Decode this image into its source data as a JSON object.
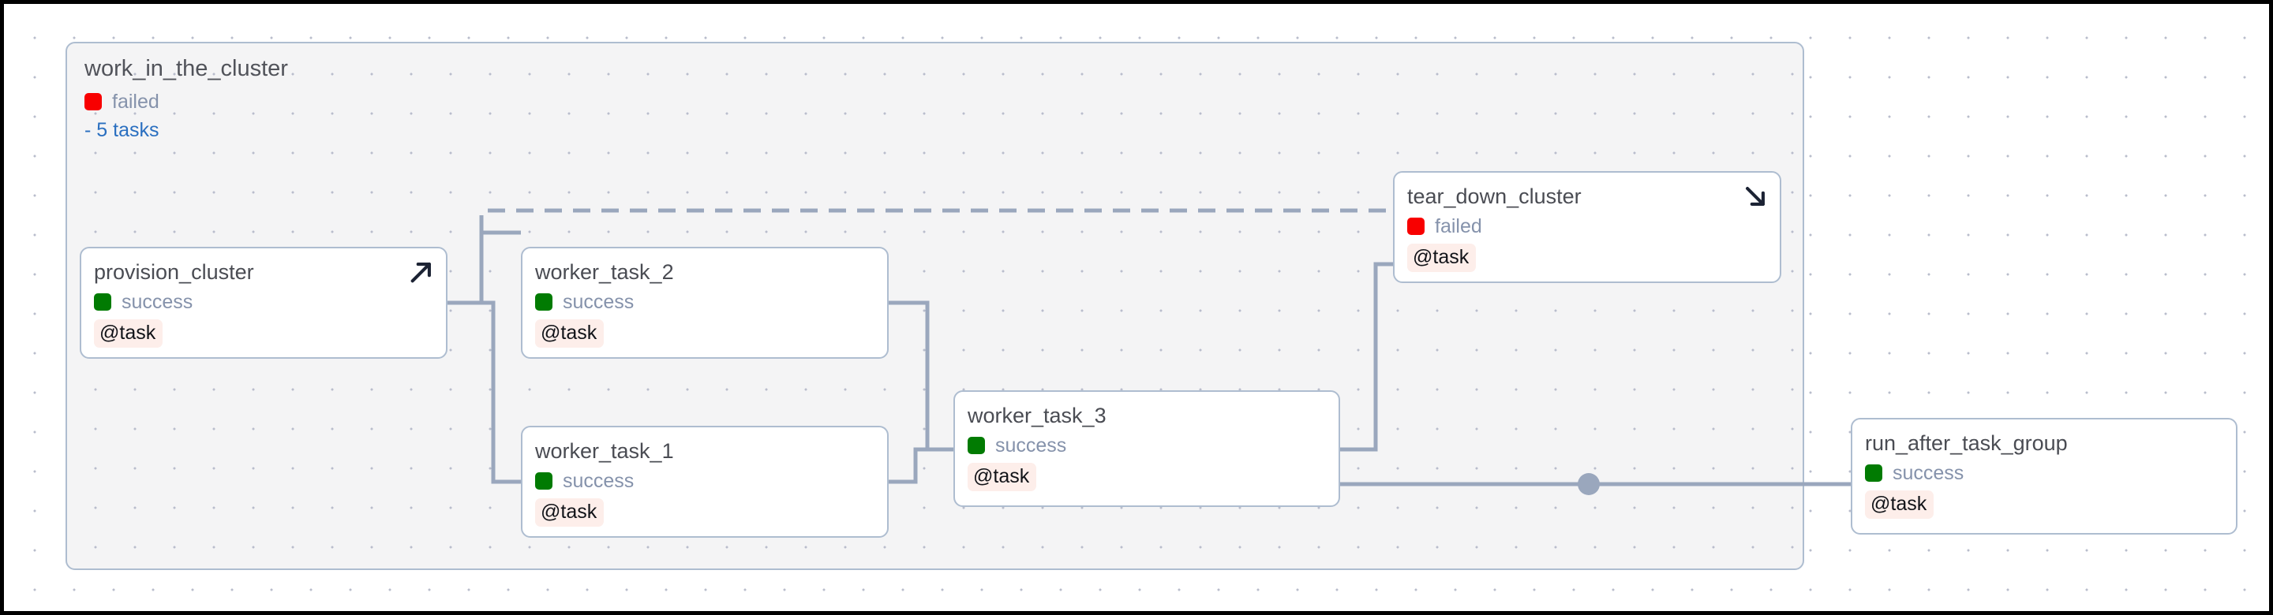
{
  "canvas": {
    "title": "airflow-dag-graph",
    "grid": "dot-grid",
    "background_color": "#ffffff",
    "border_color": "#000000"
  },
  "task_group": {
    "name": "work_in_the_cluster",
    "status": "failed",
    "status_color": "#f80000",
    "tasks_link": "- 5 tasks",
    "tasks_count": 5,
    "link_color": "#2a6fc0",
    "fill_color": "#f4f4f5",
    "border_color": "#aebdd0"
  },
  "nodes": [
    {
      "id": "provision_cluster",
      "name": "provision_cluster",
      "status": "success",
      "status_color": "#017b02",
      "badge": "@task",
      "corner_icon": "arrow-up-right-icon"
    },
    {
      "id": "worker_task_2",
      "name": "worker_task_2",
      "status": "success",
      "status_color": "#017b02",
      "badge": "@task",
      "corner_icon": null
    },
    {
      "id": "worker_task_1",
      "name": "worker_task_1",
      "status": "success",
      "status_color": "#017b02",
      "badge": "@task",
      "corner_icon": null
    },
    {
      "id": "worker_task_3",
      "name": "worker_task_3",
      "status": "success",
      "status_color": "#017b02",
      "badge": "@task",
      "corner_icon": null
    },
    {
      "id": "tear_down_cluster",
      "name": "tear_down_cluster",
      "status": "failed",
      "status_color": "#f80000",
      "badge": "@task",
      "corner_icon": "arrow-down-right-icon"
    },
    {
      "id": "run_after_task_group",
      "name": "run_after_task_group",
      "status": "success",
      "status_color": "#017b02",
      "badge": "@task",
      "corner_icon": null
    }
  ],
  "edges": [
    {
      "from": "provision_cluster",
      "to": "worker_task_2",
      "style": "solid"
    },
    {
      "from": "provision_cluster",
      "to": "worker_task_1",
      "style": "solid"
    },
    {
      "from": "provision_cluster",
      "to": "tear_down_cluster",
      "style": "dashed"
    },
    {
      "from": "worker_task_2",
      "to": "worker_task_3",
      "style": "solid"
    },
    {
      "from": "worker_task_1",
      "to": "worker_task_3",
      "style": "solid"
    },
    {
      "from": "worker_task_3",
      "to": "tear_down_cluster",
      "style": "solid"
    },
    {
      "from": "worker_task_3",
      "to": "run_after_task_group",
      "style": "solid"
    }
  ],
  "edge_color": "#9aa7bd"
}
